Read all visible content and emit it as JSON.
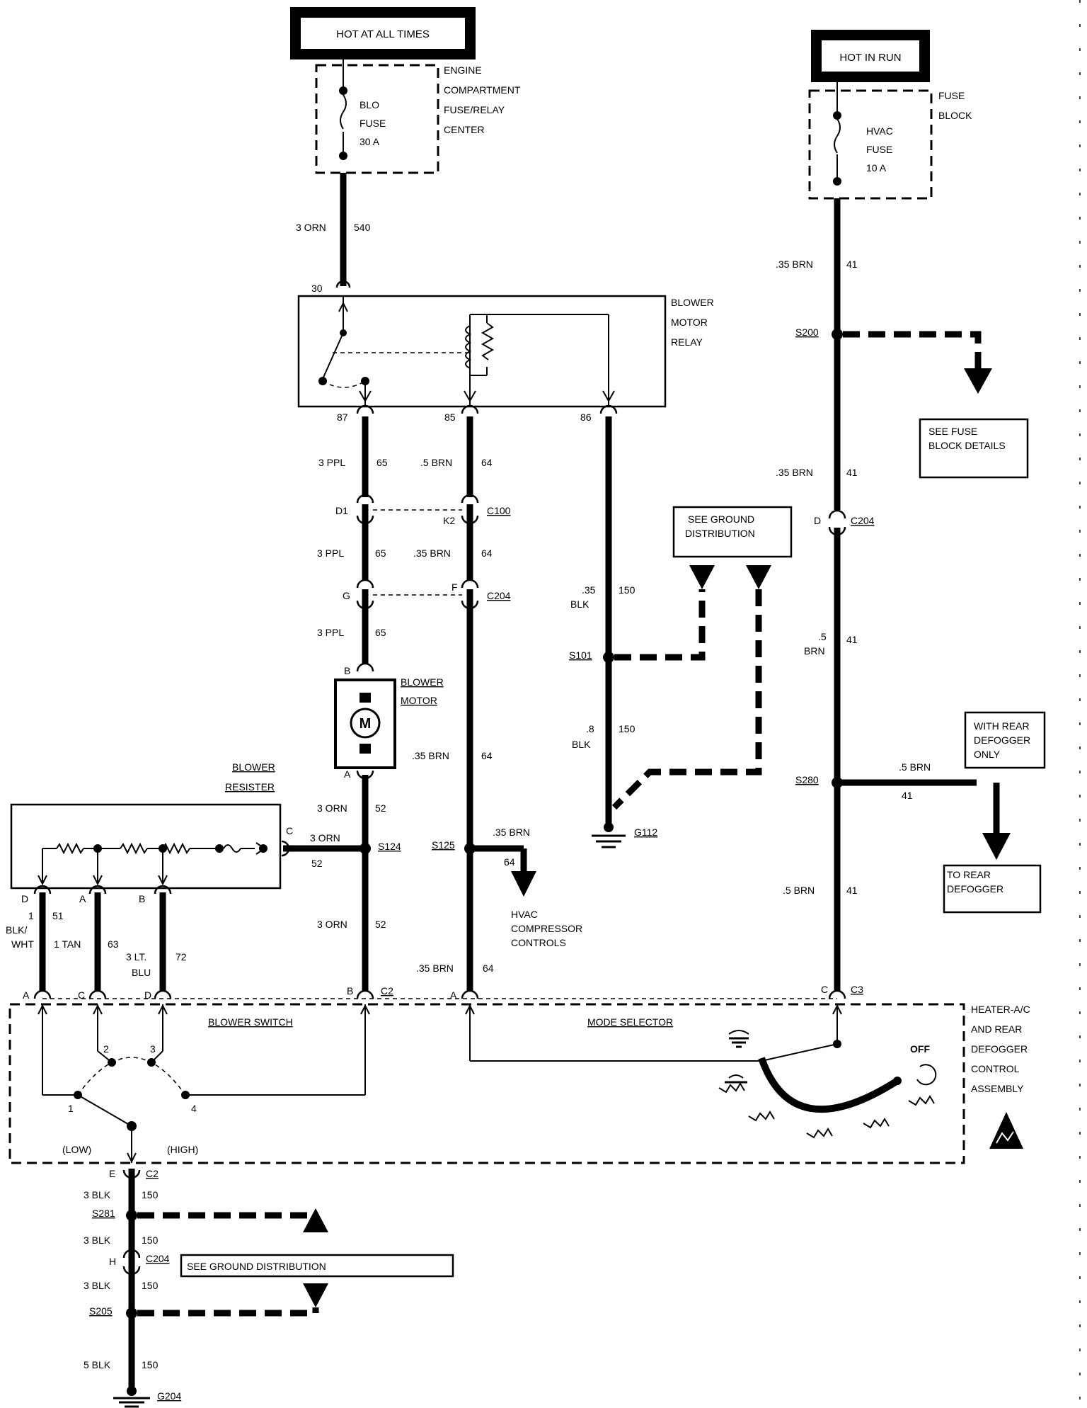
{
  "sources": {
    "hot_at_all_times": "HOT AT ALL TIMES",
    "hot_in_run": "HOT IN RUN"
  },
  "fuses": {
    "blo": {
      "line1": "BLO",
      "line2": "FUSE",
      "line3": "30 A"
    },
    "hvac": {
      "line1": "HVAC",
      "line2": "FUSE",
      "line3": "10 A"
    }
  },
  "labels": {
    "engine_center": [
      "ENGINE",
      "COMPARTMENT",
      "FUSE/RELAY",
      "CENTER"
    ],
    "fuse_block": [
      "FUSE",
      "BLOCK"
    ],
    "blower_motor_relay": [
      "BLOWER",
      "MOTOR",
      "RELAY"
    ],
    "blower_motor": [
      "BLOWER",
      "MOTOR"
    ],
    "blower_resister": [
      "BLOWER",
      "RESISTER"
    ],
    "see_fuse_block": [
      "SEE FUSE",
      "BLOCK DETAILS"
    ],
    "see_ground_dist_top": [
      "SEE GROUND",
      "DISTRIBUTION"
    ],
    "with_rear_defogger": [
      "WITH REAR",
      "DEFOGGER",
      "ONLY"
    ],
    "to_rear_defogger": [
      "TO REAR",
      "DEFOGGER"
    ],
    "hvac_compressor": [
      "HVAC",
      "COMPRESSOR",
      "CONTROLS"
    ],
    "see_ground_dist_bottom": "SEE GROUND DISTRIBUTION",
    "heater_ac": [
      "HEATER-A/C",
      "AND REAR",
      "DEFOGGER",
      "CONTROL",
      "ASSEMBLY"
    ],
    "blower_switch": "BLOWER SWITCH",
    "mode_selector": "MODE SELECTOR",
    "off": "OFF",
    "low": "(LOW)",
    "high": "(HIGH)",
    "motor_symbol": "M"
  },
  "wires": {
    "w540": {
      "gauge": "3 ORN",
      "circuit": "540"
    },
    "w65a": {
      "gauge": "3 PPL",
      "circuit": "65"
    },
    "w64a": {
      "gauge": ".5 BRN",
      "circuit": "64"
    },
    "w65b": {
      "gauge": "3 PPL",
      "circuit": "65"
    },
    "w64b": {
      "gauge": ".35 BRN",
      "circuit": "64"
    },
    "w65c": {
      "gauge": "3 PPL",
      "circuit": "65"
    },
    "w64c": {
      "gauge": ".35 BRN",
      "circuit": "64"
    },
    "w52a": {
      "gauge": "3 ORN",
      "circuit": "52"
    },
    "w52b": {
      "gauge": "3 ORN",
      "circuit": "52"
    },
    "w52c": {
      "gauge": "3 ORN",
      "circuit": "52"
    },
    "w64d": {
      "gauge": ".35 BRN",
      "circuit": "64"
    },
    "w64e": {
      "gauge": ".35 BRN",
      "circuit": "64"
    },
    "w150a": {
      "gauge1": ".35",
      "gauge2": "BLK",
      "circuit": "150"
    },
    "w150b": {
      "gauge1": ".8",
      "gauge2": "BLK",
      "circuit": "150"
    },
    "w41a": {
      "gauge": ".35 BRN",
      "circuit": "41"
    },
    "w41b": {
      "gauge": ".35 BRN",
      "circuit": "41"
    },
    "w41c": {
      "gauge1": ".5",
      "gauge2": "BRN",
      "circuit": "41"
    },
    "w41d": {
      "gauge": ".5 BRN",
      "circuit": "41"
    },
    "w41e": {
      "gauge": ".5 BRN",
      "circuit": "41"
    },
    "w51": {
      "gauge1": "1",
      "gauge2": "BLK/",
      "gauge3": "WHT",
      "circuit": "51"
    },
    "w63": {
      "gauge": "1 TAN",
      "circuit": "63"
    },
    "w72": {
      "gauge1": "3 LT.",
      "gauge2": "BLU",
      "circuit": "72"
    },
    "g1": {
      "gauge": "3 BLK",
      "circuit": "150"
    },
    "g2": {
      "gauge": "3 BLK",
      "circuit": "150"
    },
    "g3": {
      "gauge": "3 BLK",
      "circuit": "150"
    },
    "g4": {
      "gauge": "5 BLK",
      "circuit": "150"
    }
  },
  "pins": {
    "p30": "30",
    "p87": "87",
    "p85": "85",
    "p86": "86",
    "d1": "D1",
    "k2": "K2",
    "g": "G",
    "f": "F",
    "mb": "B",
    "ma": "A",
    "rc": "C",
    "rd": "D",
    "ra": "A",
    "rb": "B",
    "sa": "A",
    "sc": "C",
    "sd": "D",
    "sb": "B",
    "ma2": "A",
    "c3pin": "C",
    "d204": "D",
    "e": "E",
    "h": "H",
    "sw1": "1",
    "sw2": "2",
    "sw3": "3",
    "sw4": "4"
  },
  "connectors": {
    "c100": "C100",
    "c204a": "C204",
    "c204b": "C204",
    "c2a": "C2",
    "c3": "C3",
    "c2b": "C2",
    "c204c": "C204"
  },
  "splices": {
    "s200": "S200",
    "s101": "S101",
    "s280": "S280",
    "s124": "S124",
    "s125": "S125",
    "s281": "S281",
    "s205": "S205"
  },
  "grounds": {
    "g112": "G112",
    "g204": "G204"
  }
}
